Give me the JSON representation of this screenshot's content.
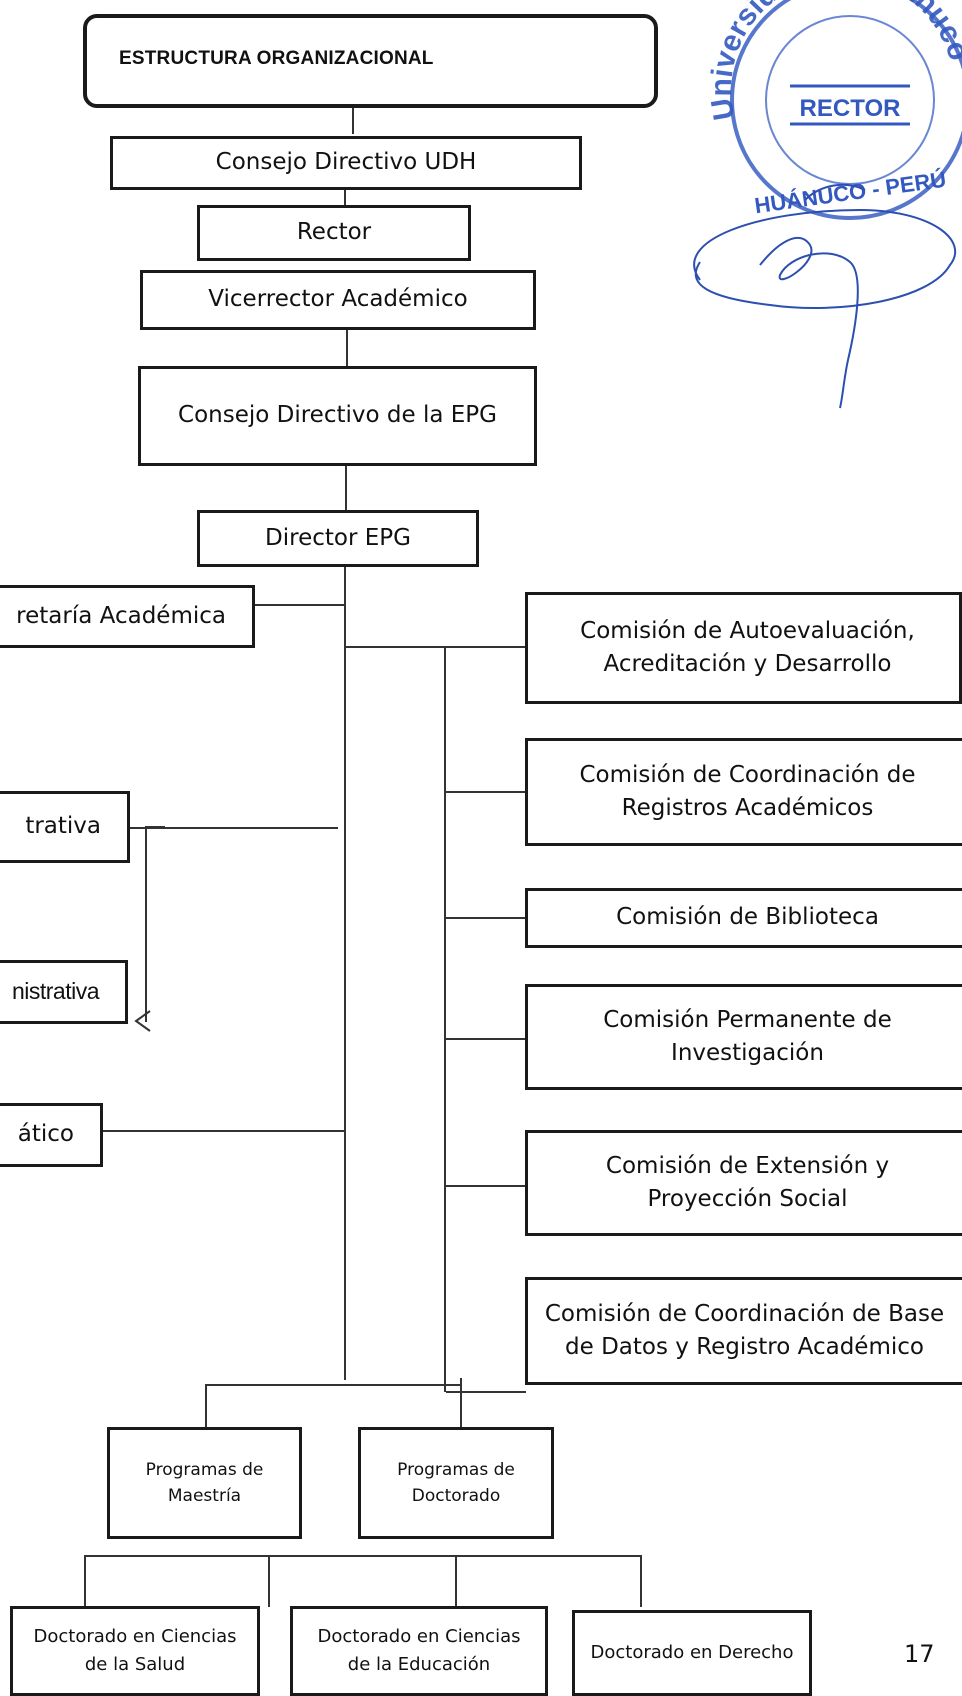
{
  "title": "ESTRUCTURA ORGANIZACIONAL",
  "main_chain": {
    "consejo_directivo_udh": "Consejo Directivo UDH",
    "rector": "Rector",
    "vicerrector": "Vicerrector Académico",
    "consejo_epg": "Consejo Directivo  de la EPG",
    "director_epg": "Director EPG"
  },
  "left_units": {
    "secretaria": "retaría Académica",
    "administrativa": "trativa",
    "administrativa_2": "nistrativa",
    "informatico": "ático"
  },
  "comisiones": [
    "Comisión de Autoevaluación,\nAcreditación y Desarrollo",
    "Comisión de Coordinación de\nRegistros Académicos",
    "Comisión de Biblioteca",
    "Comisión Permanente de\nInvestigación",
    "Comisión de Extensión y\nProyección Social",
    "Comisión de Coordinación de Base\nde Datos y Registro Académico"
  ],
  "programas": {
    "maestria": "Programas de\nMaestría",
    "doctorado": "Programas de\nDoctorado"
  },
  "doctorados": [
    "Doctorado en Ciencias\nde la Salud",
    "Doctorado en Ciencias\nde la Educación",
    "Doctorado en Derecho"
  ],
  "page_number": "17",
  "stamp": {
    "ring_text": "Universidad de Huánuco",
    "center_text": "RECTOR",
    "bottom_text": "HUÁNUCO - PERÚ",
    "ink_color": "#2f55b8"
  }
}
